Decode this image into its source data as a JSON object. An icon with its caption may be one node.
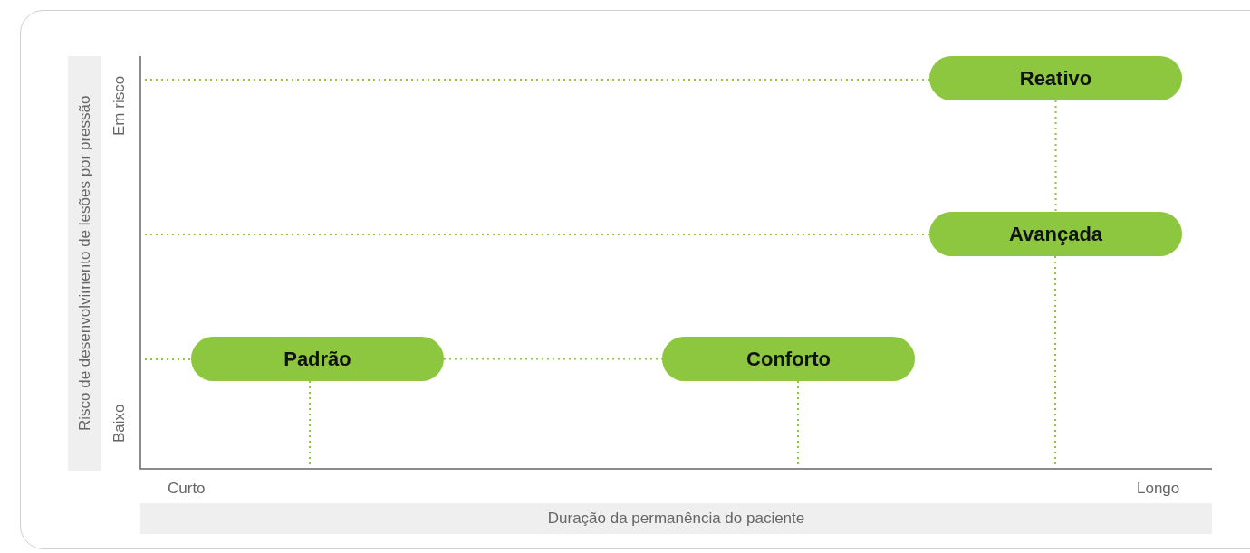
{
  "diagram": {
    "nodes": [
      {
        "text": [
          "Reativo"
        ]
      },
      {
        "text": [
          "Avançada"
        ]
      },
      {
        "text": [
          "Padrão"
        ]
      },
      {
        "text": [
          "Conforto"
        ]
      }
    ],
    "edges": [
      {
        "from": 0,
        "to": 1,
        "arrow": "none",
        "style": "dashed"
      },
      {
        "from": 2,
        "to": 3,
        "arrow": "none",
        "style": "dashed"
      }
    ],
    "labels": [
      "Risco de desenvolvimento de lesões por pressão",
      "Em risco",
      "Baixo",
      "Curto",
      "Longo",
      "Duração da permanência do paciente"
    ]
  }
}
